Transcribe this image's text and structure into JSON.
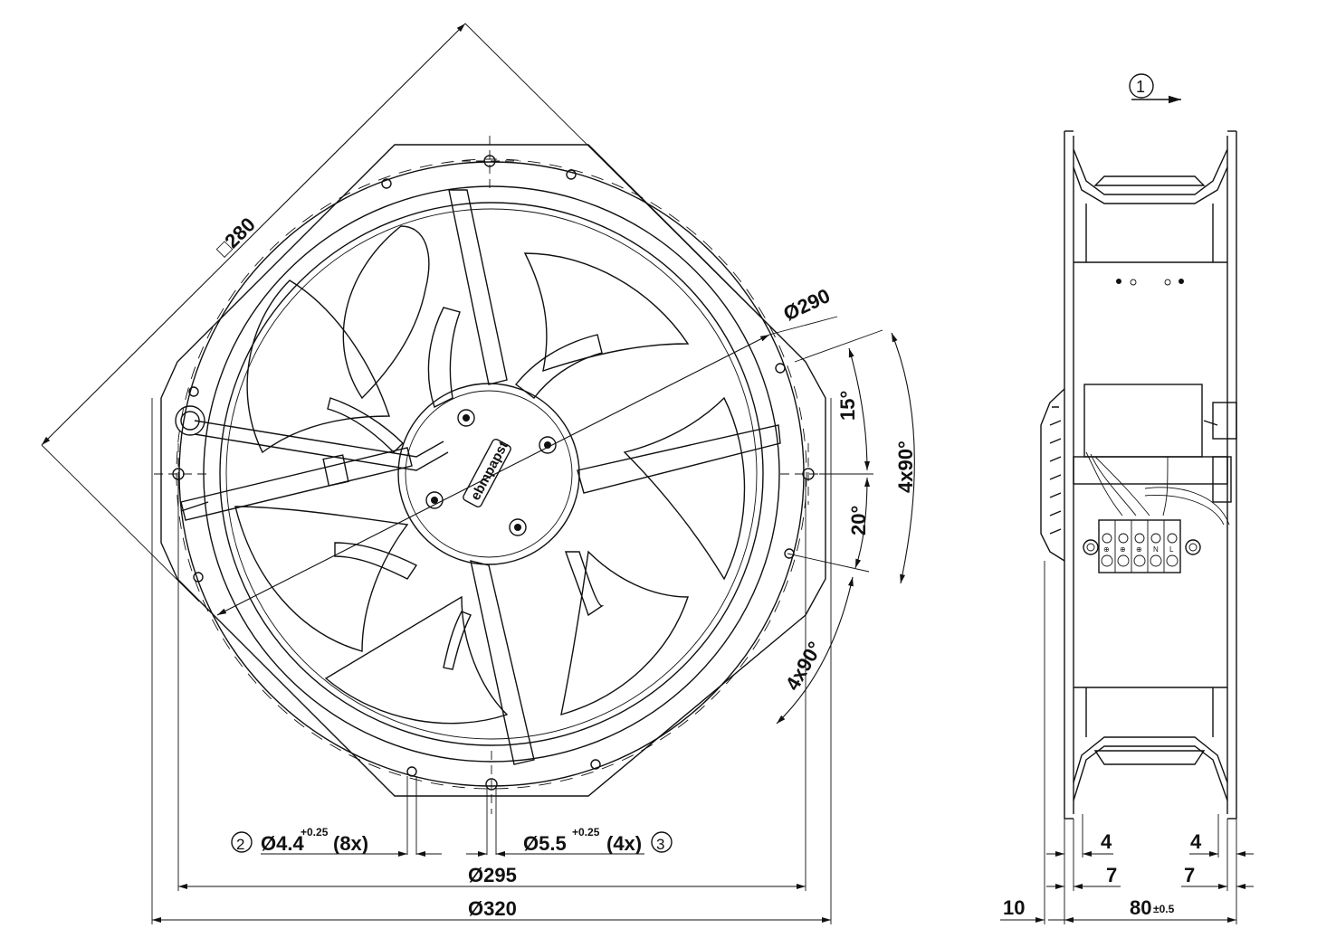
{
  "front_view": {
    "square_dim": "□280",
    "outer_ring_dim": "Ø290",
    "angle_15": "15°",
    "angle_20": "20°",
    "angle_4x90_upper": "4x90°",
    "angle_4x90_lower": "4x90°",
    "logo": "ebmpapst",
    "hole_small": {
      "callout": "2",
      "text": "Ø4.4",
      "tol": "+0.25",
      "count": "(8x)"
    },
    "hole_large": {
      "callout": "3",
      "text": "Ø5.5",
      "tol": "+0.25",
      "count": "(4x)"
    },
    "bolt_circle_dim": "Ø295",
    "outer_dia_dim": "Ø320"
  },
  "side_view": {
    "airflow_callout": "1",
    "dim_4_left": "4",
    "dim_4_right": "4",
    "dim_7_left": "7",
    "dim_7_right": "7",
    "dim_10": "10",
    "dim_80": "80",
    "dim_80_tol": "±0.5",
    "terminal_labels": [
      "⊕",
      "⊕",
      "⊕",
      "N",
      "L"
    ]
  },
  "colors": {
    "line": "#111111",
    "background": "#ffffff"
  }
}
